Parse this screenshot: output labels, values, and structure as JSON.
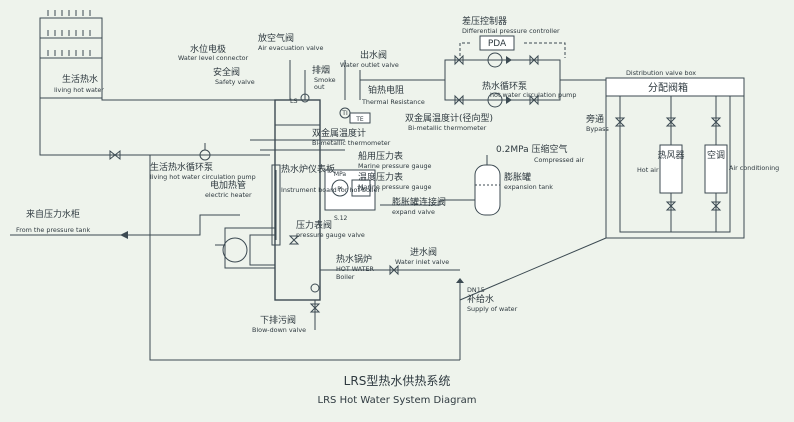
{
  "title": {
    "zh": "LRS型热水供热系统",
    "en": "LRS Hot Water System Diagram"
  },
  "labels": {
    "pressure_controller": {
      "zh": "差压控制器",
      "en": "Differential pressure controller",
      "tag": "PDA"
    },
    "air_evac": {
      "zh": "放空气阀",
      "en": "Air evacuation valve"
    },
    "level_conn": {
      "zh": "水位电极",
      "en": "Water level connector"
    },
    "safety": {
      "zh": "安全阀",
      "en": "Safety valve"
    },
    "smoke": {
      "zh": "排烟",
      "en1": "Smoke",
      "en2": "out"
    },
    "outlet": {
      "zh": "出水阀",
      "en": "Water outlet valve"
    },
    "thermal_res": {
      "zh": "铂热电阻",
      "en": "Thermal Resistance"
    },
    "bimetal_radial": {
      "zh": "双金属温度计(径向型)",
      "en": "Bi-metallic thermometer"
    },
    "bimetal": {
      "zh": "双金属温度计",
      "en": "Bi-metallic thermometer"
    },
    "living_hot": {
      "zh": "生活热水",
      "en": "living hot water"
    },
    "circ_pump_main": {
      "zh": "热水循环泵",
      "en": "hot water circulation pump"
    },
    "dist_box": {
      "en": "Distribution valve box",
      "zh": "分配阀箱"
    },
    "bypass": {
      "zh": "旁通",
      "en": "Bypass"
    },
    "hot_air": {
      "zh": "热风器",
      "en": "Hot air"
    },
    "aircon": {
      "zh": "空调",
      "en": "Air conditioning"
    },
    "living_circ": {
      "zh": "生活热水循环泵",
      "en": "living hot water circulation pump"
    },
    "heater": {
      "zh": "电加热管",
      "en": "electric heater"
    },
    "panel": {
      "zh": "热水炉仪表板",
      "en": "Instrument board for hot boiler"
    },
    "marine_gauge1": {
      "zh": "船用压力表",
      "en": "Marine pressure gauge"
    },
    "marine_gauge2": {
      "zh": "温度压力表",
      "en": "Marine pressure gauge"
    },
    "compressed": {
      "zh": "0.2MPa 压缩空气",
      "en": "Compressed air"
    },
    "exp_tank": {
      "zh": "膨胀罐",
      "en": "expansion tank"
    },
    "exp_valve": {
      "zh": "膨胀罐连接阀",
      "en": "expand valve"
    },
    "gauge_valve": {
      "zh": "压力表阀",
      "en": "pressure gauge valve"
    },
    "boiler": {
      "zh": "热水锅炉",
      "en1": "HOT WATER",
      "en2": "Boiler"
    },
    "inlet": {
      "zh": "进水阀",
      "en": "Water inlet valve"
    },
    "supply": {
      "tag": "DN15",
      "zh": "补给水",
      "en": "Supply of water"
    },
    "pressure_tank": {
      "zh": "来自压力水柜",
      "en": "From the pressure tank"
    },
    "blowdown": {
      "zh": "下排污阀",
      "en": "Blow-down valve"
    },
    "gauge_pi": "PI",
    "gauge_ta": "TA",
    "gauge_mpa": "MPa",
    "panel_code": "S.12",
    "ls": "LS",
    "ti": "TI",
    "te": "TE"
  },
  "colors": {
    "line": "#3c4a52",
    "background": "#eef3ec"
  }
}
